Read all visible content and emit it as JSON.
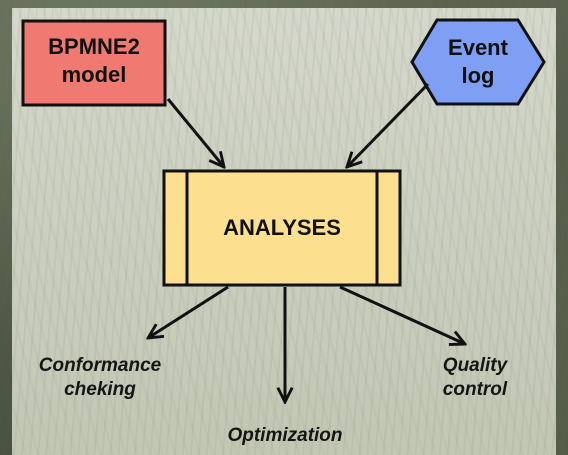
{
  "nodes": {
    "bpmne2": {
      "line1": "BPMNE2",
      "line2": "model",
      "fill": "#f07a72"
    },
    "event_log": {
      "line1": "Event",
      "line2": "log",
      "fill": "#7f9ff4"
    },
    "analyses": {
      "label": "ANALYSES",
      "fill": "#fde08f"
    }
  },
  "outputs": {
    "conformance": {
      "line1": "Conformance",
      "line2": "cheking"
    },
    "quality": {
      "line1": "Quality",
      "line2": "control"
    },
    "optimization": {
      "label": "Optimization"
    }
  }
}
